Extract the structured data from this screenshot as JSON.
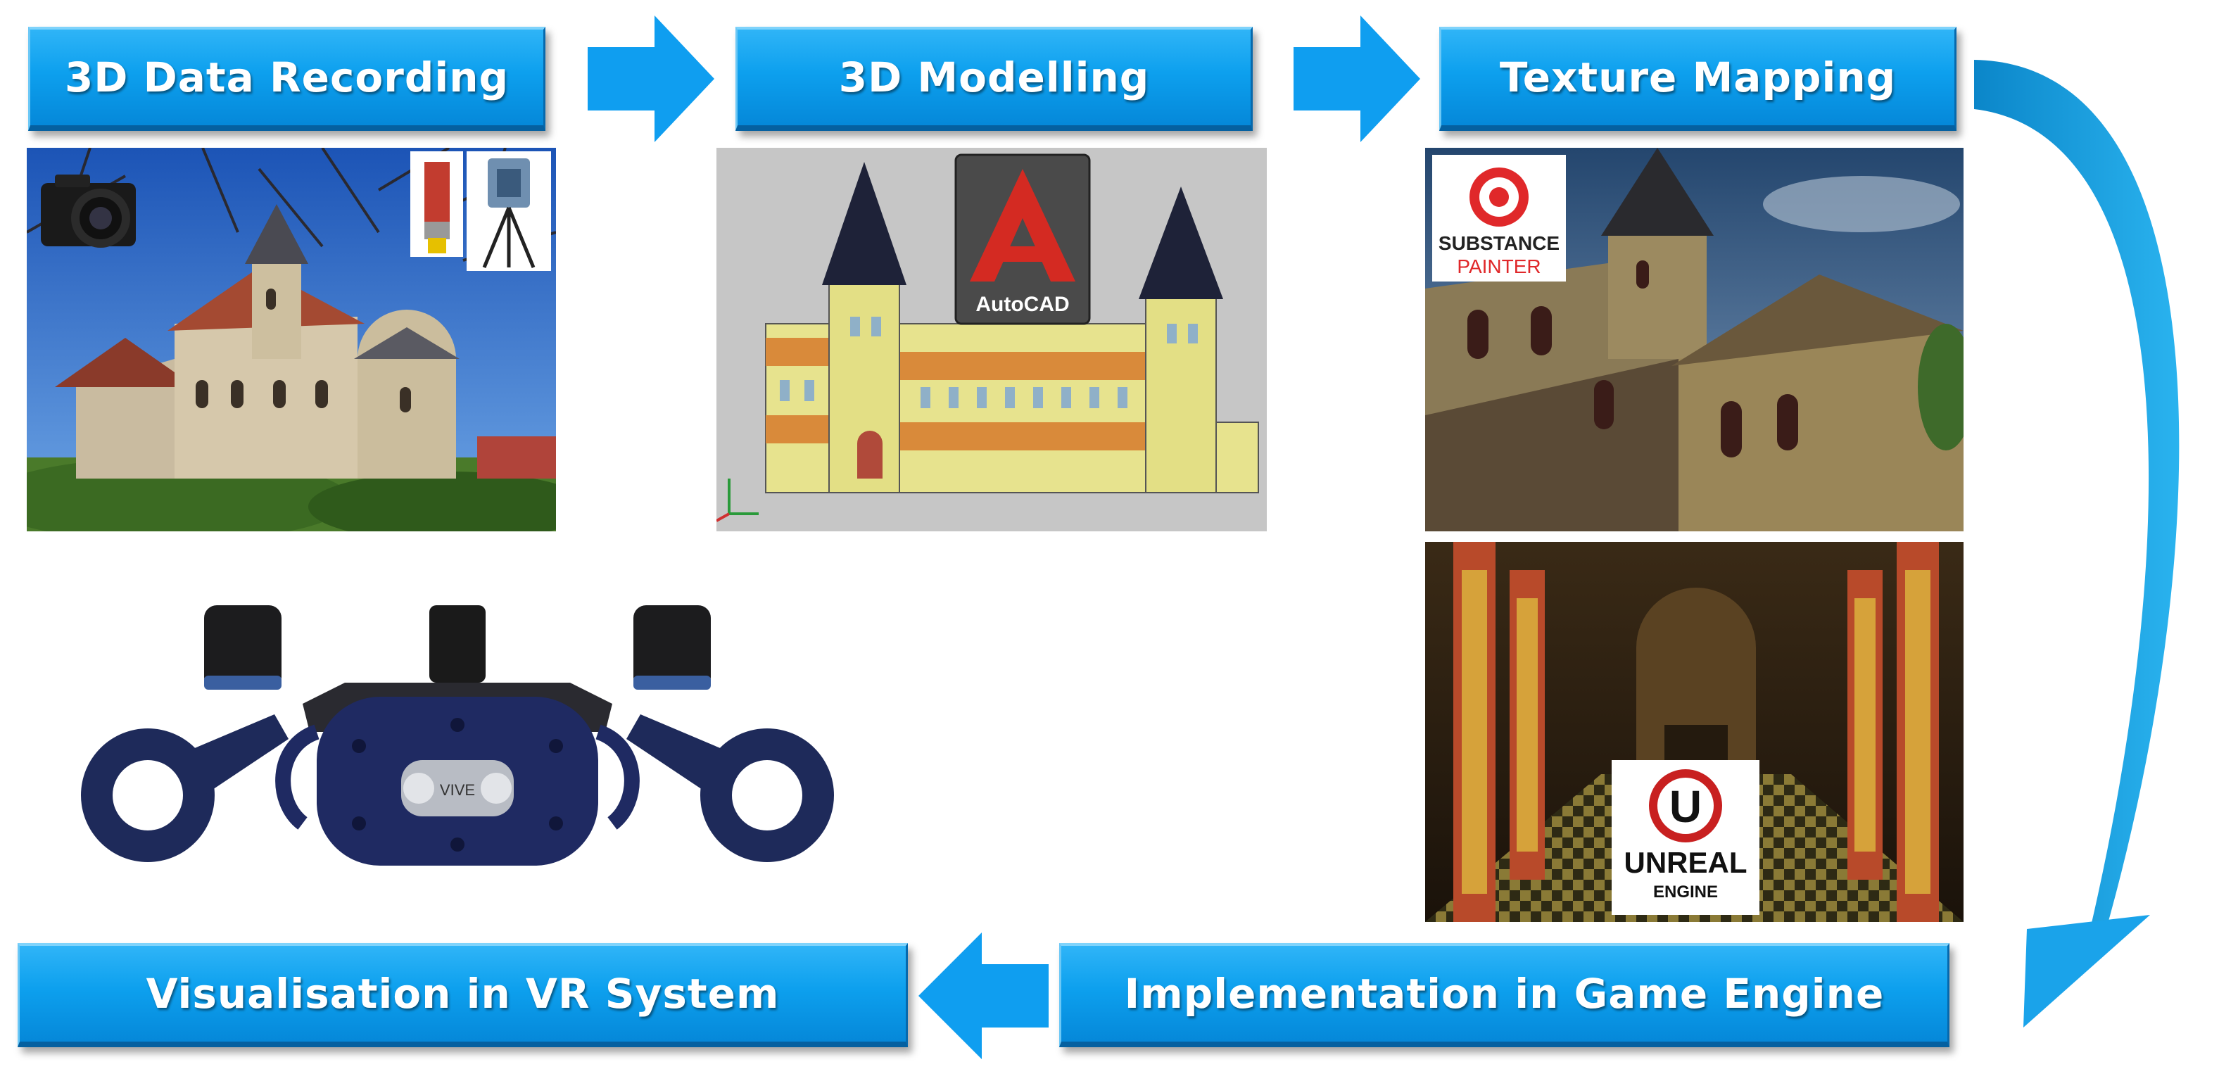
{
  "steps": {
    "recording": "3D Data Recording",
    "modelling": "3D Modelling",
    "texture": "Texture Mapping",
    "implementation": "Implementation in Game Engine",
    "visualisation": "Visualisation in VR System"
  },
  "logos": {
    "autocad_word": "AutoCAD",
    "substance_line1": "SUBSTANCE",
    "substance_line2": "PAINTER",
    "unreal_line1": "UNREAL",
    "unreal_line2": "ENGINE",
    "vive_word": "VIVE"
  },
  "colors": {
    "step_blue": "#0da0ee",
    "arrow_blue": "#0f9ef0"
  }
}
